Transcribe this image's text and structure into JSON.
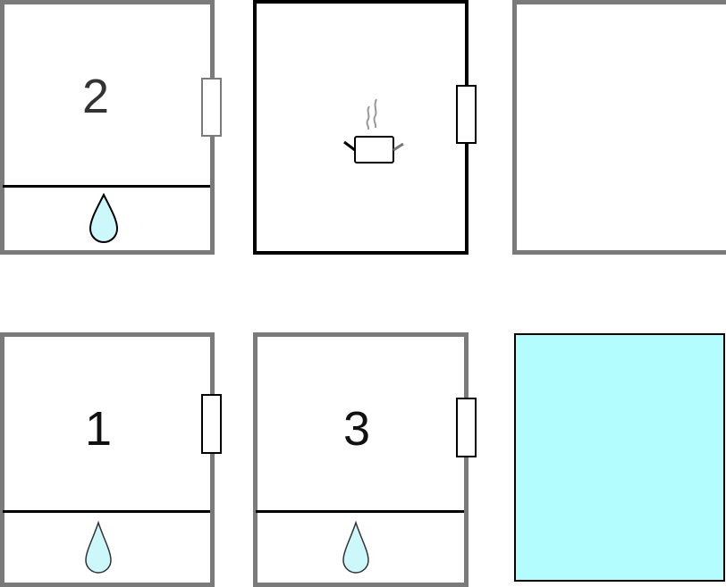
{
  "cells": [
    {
      "label": "2",
      "type": "numbered-with-water"
    },
    {
      "label": "",
      "type": "cooking-pot",
      "selected": true
    },
    {
      "label": "",
      "type": "empty"
    },
    {
      "label": "1",
      "type": "numbered-with-water"
    },
    {
      "label": "3",
      "type": "numbered-with-water"
    },
    {
      "label": "",
      "type": "water-filled"
    }
  ],
  "colors": {
    "water": "#b3fdff",
    "frame": "#7a7a7a",
    "selected_frame": "#000000"
  }
}
